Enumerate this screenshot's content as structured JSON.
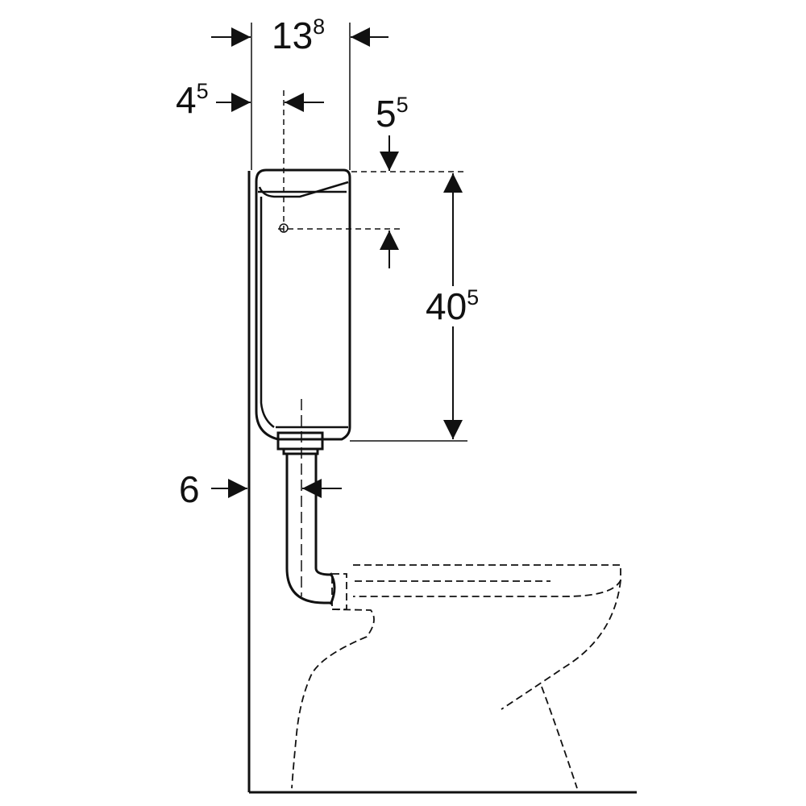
{
  "dimensions": {
    "width_13_8": {
      "main": "13",
      "sup": "8"
    },
    "offset_4_5": {
      "main": "4",
      "sup": "5"
    },
    "top_5_5": {
      "main": "5",
      "sup": "5"
    },
    "height_40_5": {
      "main": "40",
      "sup": "5"
    },
    "pipe_6": {
      "main": "6"
    }
  },
  "colors": {
    "line": "#111111",
    "background": "#ffffff"
  }
}
